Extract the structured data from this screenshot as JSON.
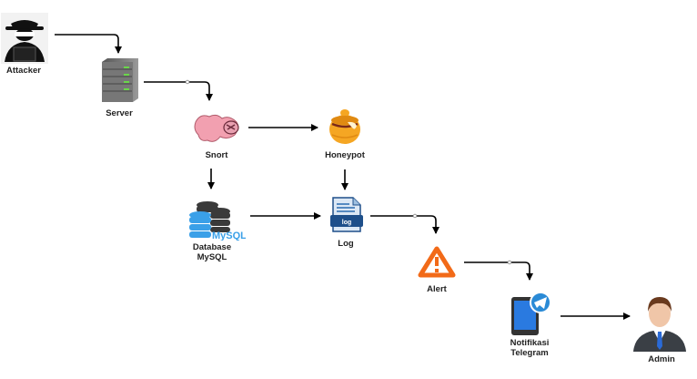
{
  "diagram": {
    "nodes": [
      {
        "id": "attacker",
        "label": "Attacker",
        "icon": "hacker-icon"
      },
      {
        "id": "server",
        "label": "Server",
        "icon": "server-icon"
      },
      {
        "id": "snort",
        "label": "Snort",
        "icon": "snort-pig-icon"
      },
      {
        "id": "honeypot",
        "label": "Honeypot",
        "icon": "honeypot-icon"
      },
      {
        "id": "database",
        "label": "Database\nMySQL",
        "icon": "mysql-database-icon",
        "badge": "MySQL"
      },
      {
        "id": "log",
        "label": "Log",
        "icon": "log-file-icon",
        "badge": "log"
      },
      {
        "id": "alert",
        "label": "Alert",
        "icon": "warning-triangle-icon"
      },
      {
        "id": "telegram",
        "label": "Notifikasi\nTelegram",
        "icon": "telegram-phone-icon"
      },
      {
        "id": "admin",
        "label": "Admin",
        "icon": "admin-user-icon"
      }
    ],
    "edges": [
      {
        "from": "attacker",
        "to": "server"
      },
      {
        "from": "server",
        "to": "snort"
      },
      {
        "from": "snort",
        "to": "honeypot"
      },
      {
        "from": "snort",
        "to": "database"
      },
      {
        "from": "honeypot",
        "to": "log"
      },
      {
        "from": "database",
        "to": "log"
      },
      {
        "from": "log",
        "to": "alert"
      },
      {
        "from": "alert",
        "to": "telegram"
      },
      {
        "from": "telegram",
        "to": "admin"
      }
    ]
  }
}
